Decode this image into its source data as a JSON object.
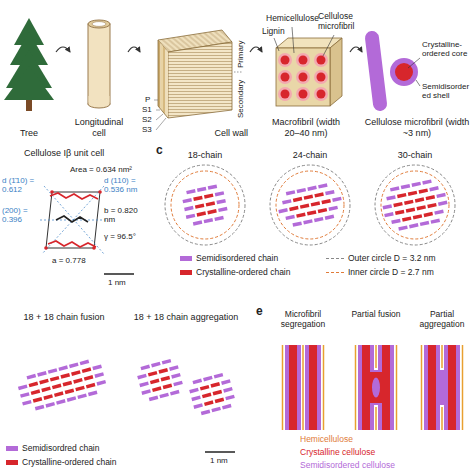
{
  "diagram": {
    "nodes": [
      {
        "text": [
          "Tree"
        ]
      },
      {
        "text": [
          "Longitudinal cell"
        ]
      },
      {
        "text": [
          "Cell wall"
        ]
      },
      {
        "text": [
          "Macrofibril (width 20–40 nm)"
        ]
      },
      {
        "text": [
          "Cellulose microfibril (width ~3 nm)"
        ]
      }
    ],
    "edges": [
      {
        "from": 0,
        "to": 1,
        "arrow": "to"
      },
      {
        "from": 1,
        "to": 2,
        "arrow": "to"
      },
      {
        "from": 2,
        "to": 3,
        "arrow": "to"
      },
      {
        "from": 3,
        "to": 4,
        "arrow": "to"
      }
    ],
    "labels": [
      "Primary",
      "Secondary",
      "P",
      "S1",
      "S2",
      "S3",
      "Hemicellulose",
      "Lignin",
      "Cellulose microfibril",
      "Crystalline-ordered core",
      "Semidisordered shell",
      "Cellulose Iβ unit cell",
      "Area = 0.634 nm²",
      "d (1̄10) = 0.612",
      "d (110) = 0.536 nm",
      "(200) = 0.396",
      "b = 0.820 nm",
      "γ = 96.5°",
      "a = 0.778",
      "1 nm",
      "c",
      "18-chain",
      "24-chain",
      "30-chain",
      "18 + 18 chain fusion",
      "18 + 18 chain aggregation",
      "1 nm",
      "e",
      "Microfibril segregation",
      "Partial fusion",
      "Partial aggregation",
      "Hemicellulose",
      "Crystalline cellulose",
      "Semidisordered cellulose"
    ],
    "legend": [
      {
        "text": "Semidisordered chain",
        "color": "#b36ad8"
      },
      {
        "text": "Crystalline-ordered chain",
        "color": "#d7262c"
      },
      {
        "text": "Outer circle D = 3.2 nm"
      },
      {
        "text": "Inner circle D = 2.7 nm"
      },
      {
        "text": "Semidisordred chain",
        "color": "#b36ad8"
      },
      {
        "text": "Crystalline-ordered chain",
        "color": "#d7262c"
      }
    ]
  }
}
